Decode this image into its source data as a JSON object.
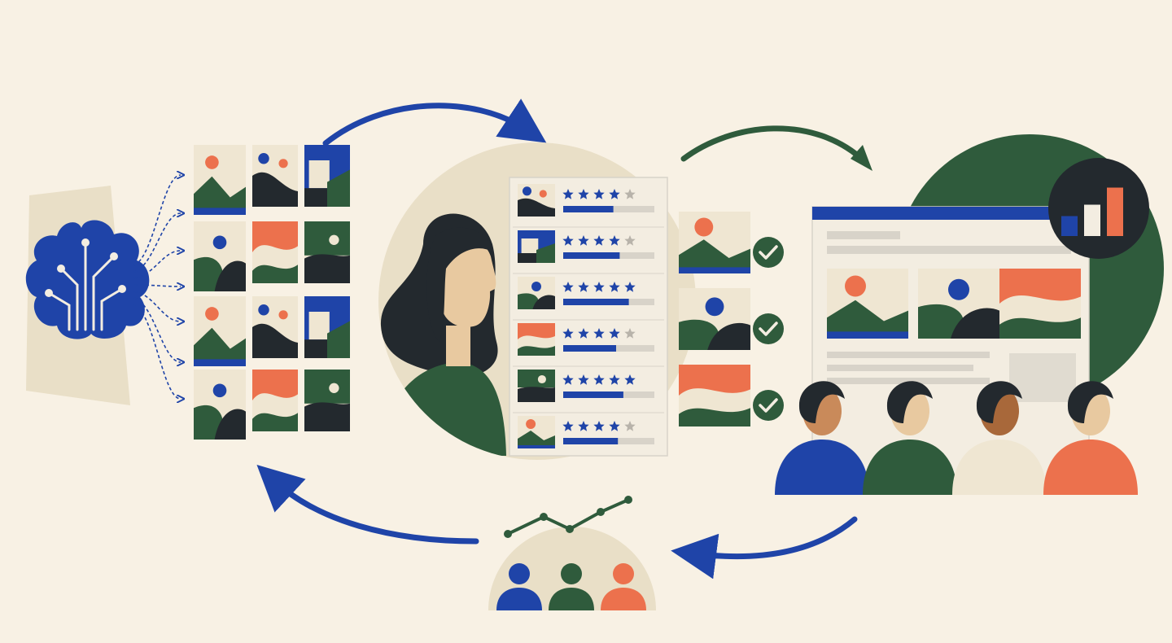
{
  "colors": {
    "background": "#f8f1e4",
    "paper": "#e9dfc7",
    "card": "#efe6d2",
    "blue": "#1f44a8",
    "green": "#2f5b3c",
    "dark": "#23292e",
    "coral": "#ec714d",
    "skin": "#e8c9a0",
    "grey_bar": "#d8d3c9",
    "star_grey": "#b8b3aa",
    "white_panel": "#f3ede1"
  },
  "icons": [
    "brain-circuit-icon",
    "landscape-thumbnail-icon",
    "star-rating-icon",
    "checkmark-icon",
    "bar-chart-icon",
    "line-chart-icon",
    "people-icon",
    "cycle-arrow-icon"
  ],
  "ratings": [
    {
      "stars": 4,
      "half": false,
      "bar": 0.55
    },
    {
      "stars": 4,
      "half": false,
      "bar": 0.62
    },
    {
      "stars": 4,
      "half": true,
      "bar": 0.72
    },
    {
      "stars": 4,
      "half": false,
      "bar": 0.58
    },
    {
      "stars": 4,
      "half": true,
      "bar": 0.66
    },
    {
      "stars": 4,
      "half": false,
      "bar": 0.6
    }
  ],
  "approved": [
    {
      "variant": "sun-mountain",
      "checked": true
    },
    {
      "variant": "moon-hills",
      "checked": true
    },
    {
      "variant": "coral-wave",
      "checked": true
    }
  ],
  "publish_bar_chart": [
    0.35,
    0.55,
    0.85
  ],
  "feedback_trend": [
    0.2,
    0.55,
    0.3,
    0.65,
    0.9
  ],
  "audience_colors": [
    "#1f44a8",
    "#2f5b3c",
    "#ec714d"
  ]
}
